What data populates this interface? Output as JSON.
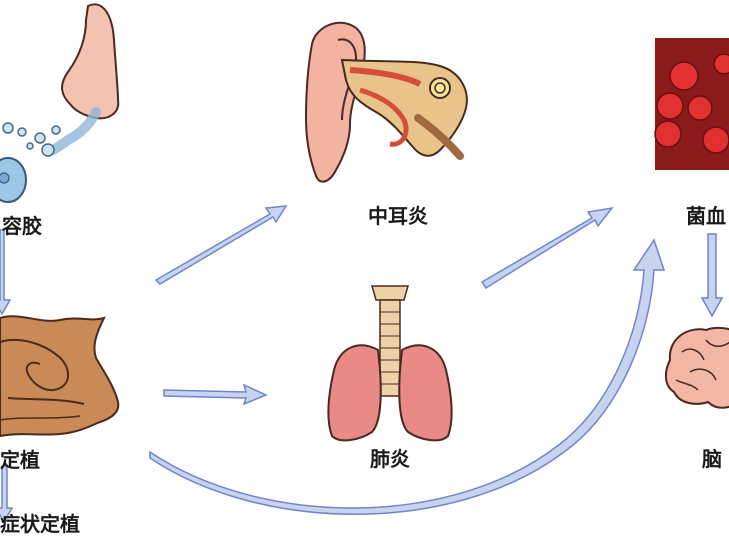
{
  "labels": {
    "left_top": "容胶",
    "left_mid": "定植",
    "left_bottom": "症状定植",
    "middle_ear": "中耳炎",
    "lung": "肺炎",
    "blood": "菌血",
    "brain": "脑"
  },
  "colors": {
    "arrow_fill": "#c8d4ef",
    "arrow_stroke": "#6f86c9",
    "skin": "#f3c2b0",
    "blood_bg": "#8b1a1a",
    "cell": "#e03030",
    "brown": "#c98a58",
    "lung": "#e98a86",
    "trachea": "#efd1a8",
    "brain": "#f2b7a5"
  },
  "icons": [
    "nose-icon",
    "nasal-cavity-icon",
    "ear-icon",
    "lungs-icon",
    "blood-cells-icon",
    "brain-icon"
  ]
}
